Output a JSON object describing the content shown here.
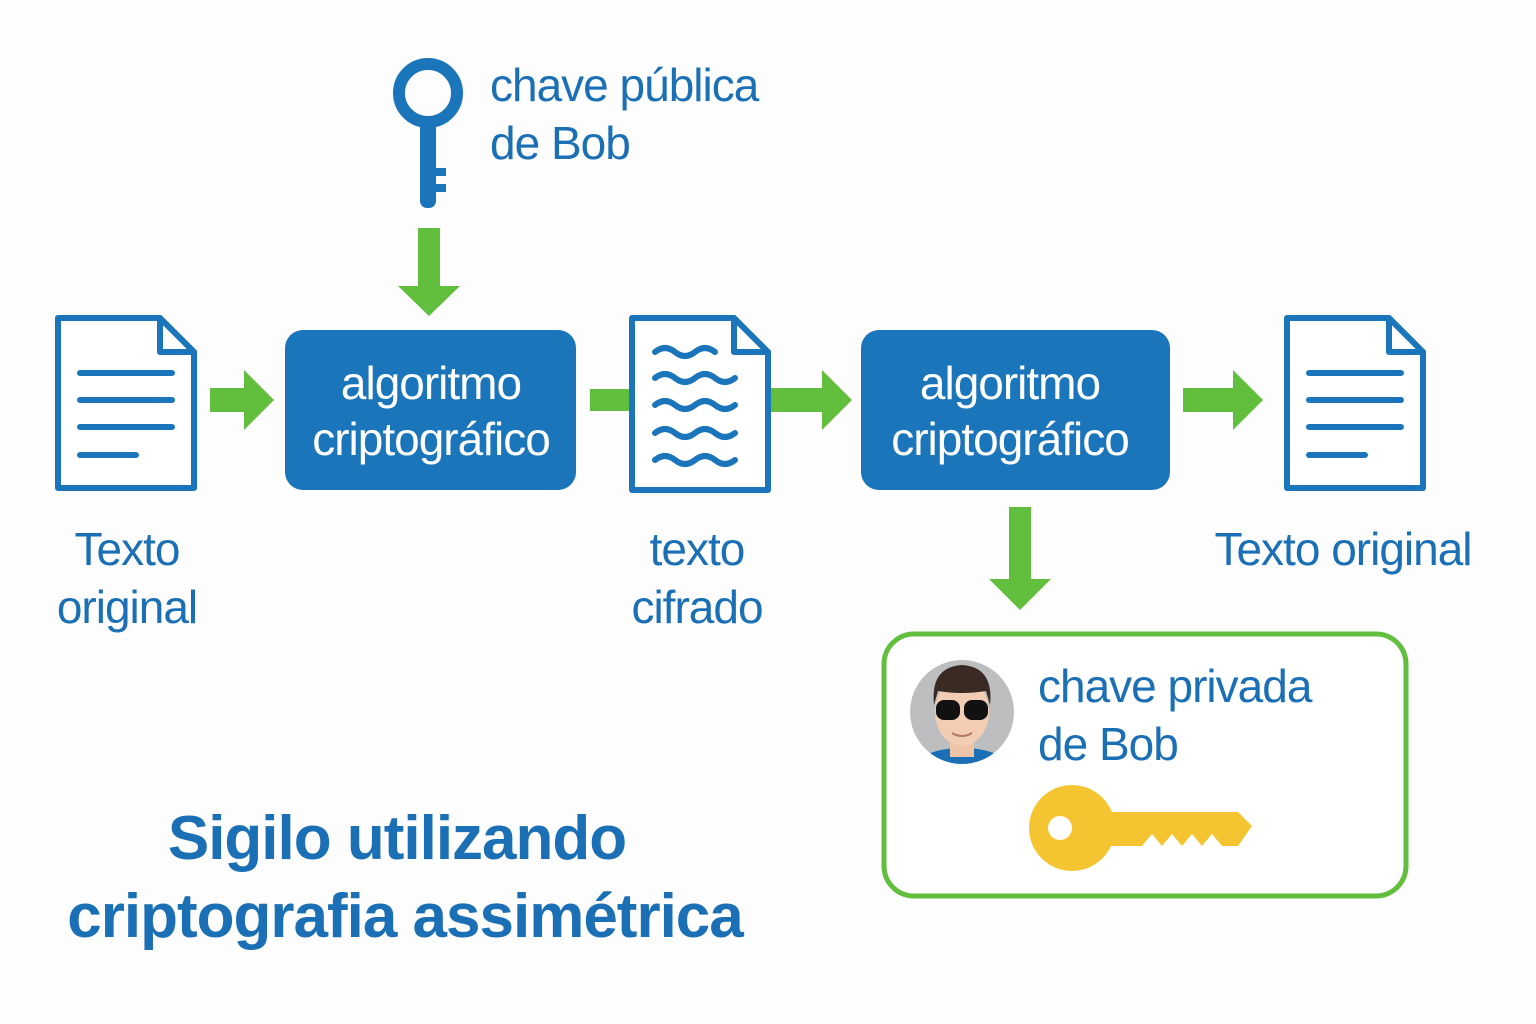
{
  "colors": {
    "blue": "#1a75bb",
    "green": "#62bf3e",
    "yellow": "#f5c531"
  },
  "public_key": {
    "icon": "key-icon",
    "line1": "chave pública",
    "line2": "de Bob"
  },
  "box1": {
    "line1": "algoritmo",
    "line2": "criptográfico"
  },
  "box2": {
    "line1": "algoritmo",
    "line2": "criptográfico"
  },
  "doc1": {
    "icon": "document-icon",
    "line1": "Texto",
    "line2": "original"
  },
  "doc2": {
    "icon": "ciphertext-document-icon",
    "line1": "texto",
    "line2": "cifrado"
  },
  "doc3": {
    "icon": "document-icon",
    "label": "Texto original"
  },
  "private_key": {
    "icon": "key-icon",
    "avatar": "avatar",
    "line1": "chave privada",
    "line2": "de Bob"
  },
  "title": {
    "line1": "Sigilo utilizando",
    "line2": "criptografia assimétrica"
  }
}
